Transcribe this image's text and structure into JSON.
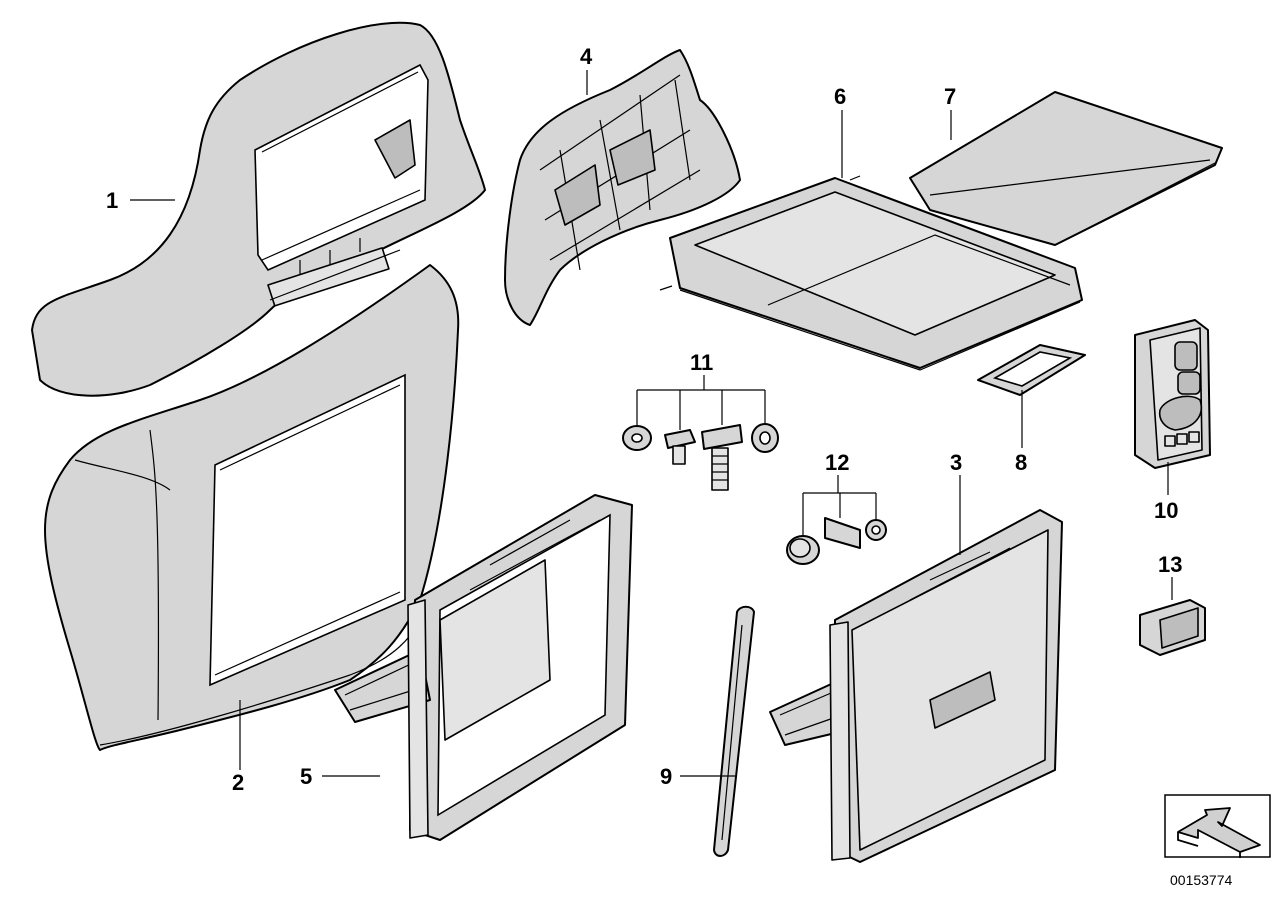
{
  "callouts": {
    "c1": "1",
    "c2": "2",
    "c3": "3",
    "c4": "4",
    "c5": "5",
    "c6": "6",
    "c7": "7",
    "c8": "8",
    "c9": "9",
    "c10": "10",
    "c11": "11",
    "c12": "12",
    "c13": "13"
  },
  "document_number": "00153774",
  "icons": {
    "orientation": "direction-arrow-icon"
  },
  "colors": {
    "part_fill": "#d6d6d6",
    "line": "#000000",
    "background": "#ffffff"
  }
}
